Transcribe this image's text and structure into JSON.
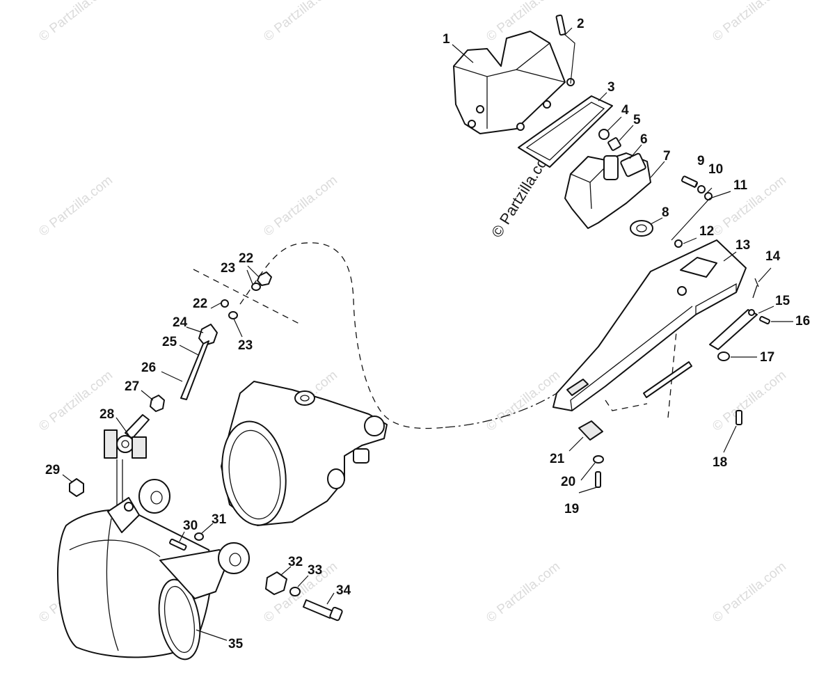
{
  "copyright_text": "© Partzilla.com",
  "watermark_text": "© Partzilla.com",
  "callouts": [
    {
      "id": "1",
      "label": "1"
    },
    {
      "id": "2",
      "label": "2"
    },
    {
      "id": "3",
      "label": "3"
    },
    {
      "id": "4",
      "label": "4"
    },
    {
      "id": "5",
      "label": "5"
    },
    {
      "id": "6",
      "label": "6"
    },
    {
      "id": "7",
      "label": "7"
    },
    {
      "id": "8",
      "label": "8"
    },
    {
      "id": "9",
      "label": "9"
    },
    {
      "id": "10",
      "label": "10"
    },
    {
      "id": "11",
      "label": "11"
    },
    {
      "id": "12",
      "label": "12"
    },
    {
      "id": "13",
      "label": "13"
    },
    {
      "id": "14",
      "label": "14"
    },
    {
      "id": "15",
      "label": "15"
    },
    {
      "id": "16",
      "label": "16"
    },
    {
      "id": "17",
      "label": "17"
    },
    {
      "id": "18",
      "label": "18"
    },
    {
      "id": "19",
      "label": "19"
    },
    {
      "id": "20",
      "label": "20"
    },
    {
      "id": "21",
      "label": "21"
    },
    {
      "id": "22a",
      "label": "22"
    },
    {
      "id": "23a",
      "label": "23"
    },
    {
      "id": "22b",
      "label": "22"
    },
    {
      "id": "23b",
      "label": "23"
    },
    {
      "id": "24",
      "label": "24"
    },
    {
      "id": "25",
      "label": "25"
    },
    {
      "id": "26",
      "label": "26"
    },
    {
      "id": "27",
      "label": "27"
    },
    {
      "id": "28",
      "label": "28"
    },
    {
      "id": "29",
      "label": "29"
    },
    {
      "id": "30",
      "label": "30"
    },
    {
      "id": "31",
      "label": "31"
    },
    {
      "id": "32",
      "label": "32"
    },
    {
      "id": "33",
      "label": "33"
    },
    {
      "id": "34",
      "label": "34"
    },
    {
      "id": "35",
      "label": "35"
    }
  ]
}
